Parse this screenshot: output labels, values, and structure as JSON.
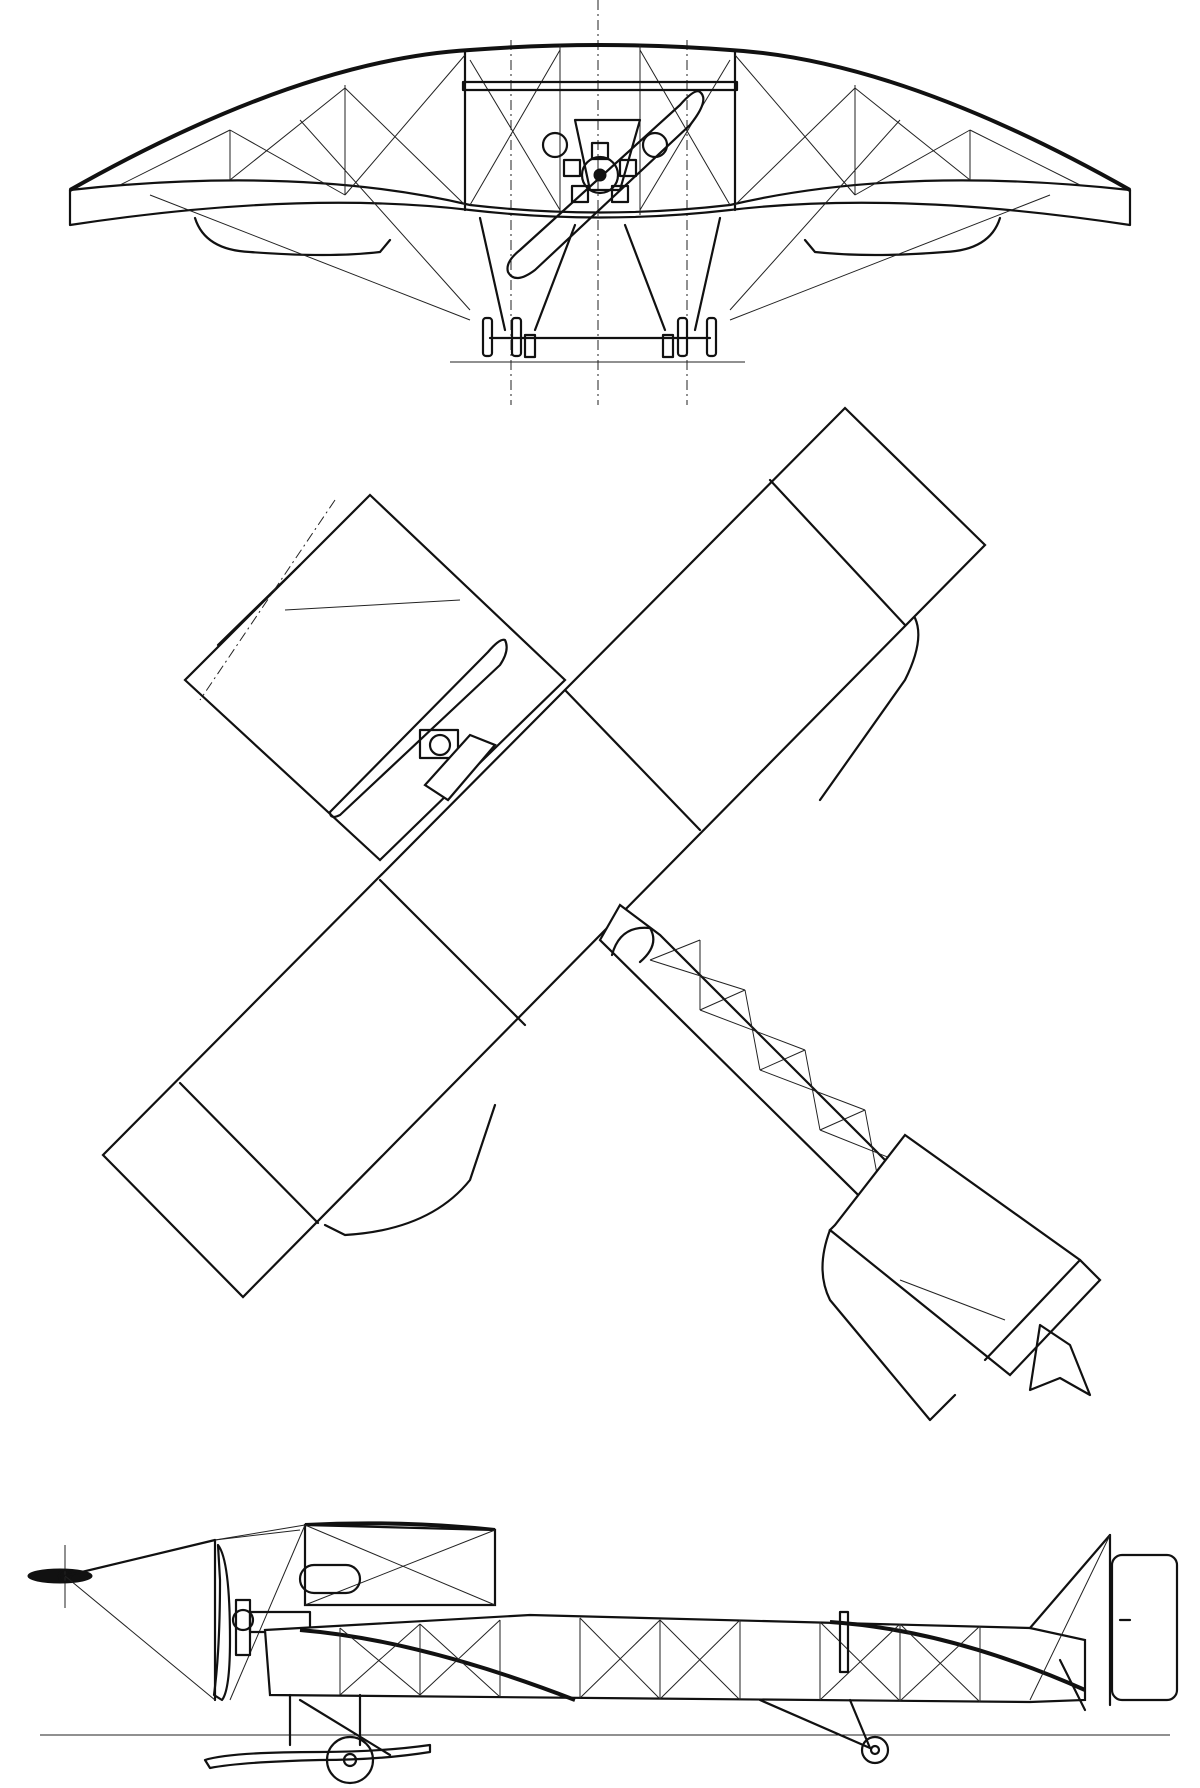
{
  "figure": {
    "kind": "three-view engineering line drawing",
    "subject": "early monoplane",
    "views": [
      "front",
      "plan",
      "side"
    ],
    "ink_color": "#111111",
    "paper_color": "#ffffff"
  },
  "labels": {}
}
